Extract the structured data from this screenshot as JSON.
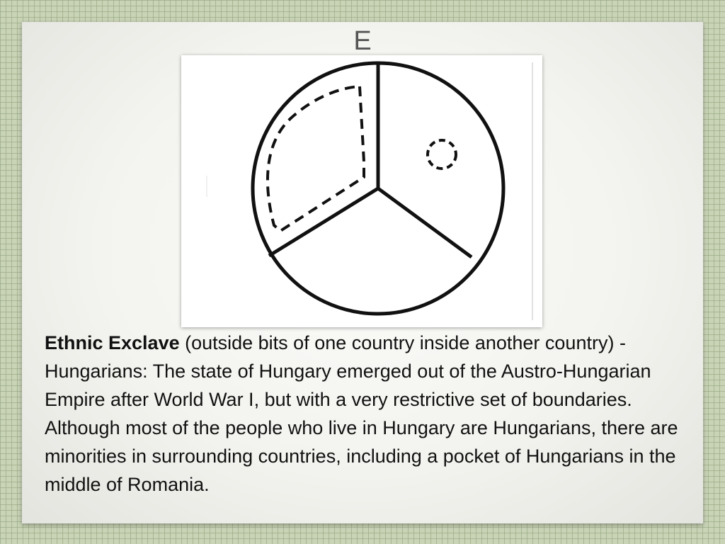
{
  "slide": {
    "title": "E",
    "caption_term": "Ethnic Exclave",
    "caption_text": " (outside bits of one country inside another country) - Hungarians: The state of Hungary emerged out of the Austro-Hungarian Empire after World War I, but with a very restrictive set of boundaries. Although most of the people who live in Hungary are Hungarians, there are minorities in surrounding countries, including a pocket of Hungarians in the middle of Romania."
  },
  "diagram": {
    "shape": "circle divided into three regions",
    "dashed_enclosure": "large dashed region inside left sector",
    "small_dashed_circle": "small dashed circle inside right sector",
    "stroke_color": "#111111",
    "background_color": "#ffffff"
  }
}
